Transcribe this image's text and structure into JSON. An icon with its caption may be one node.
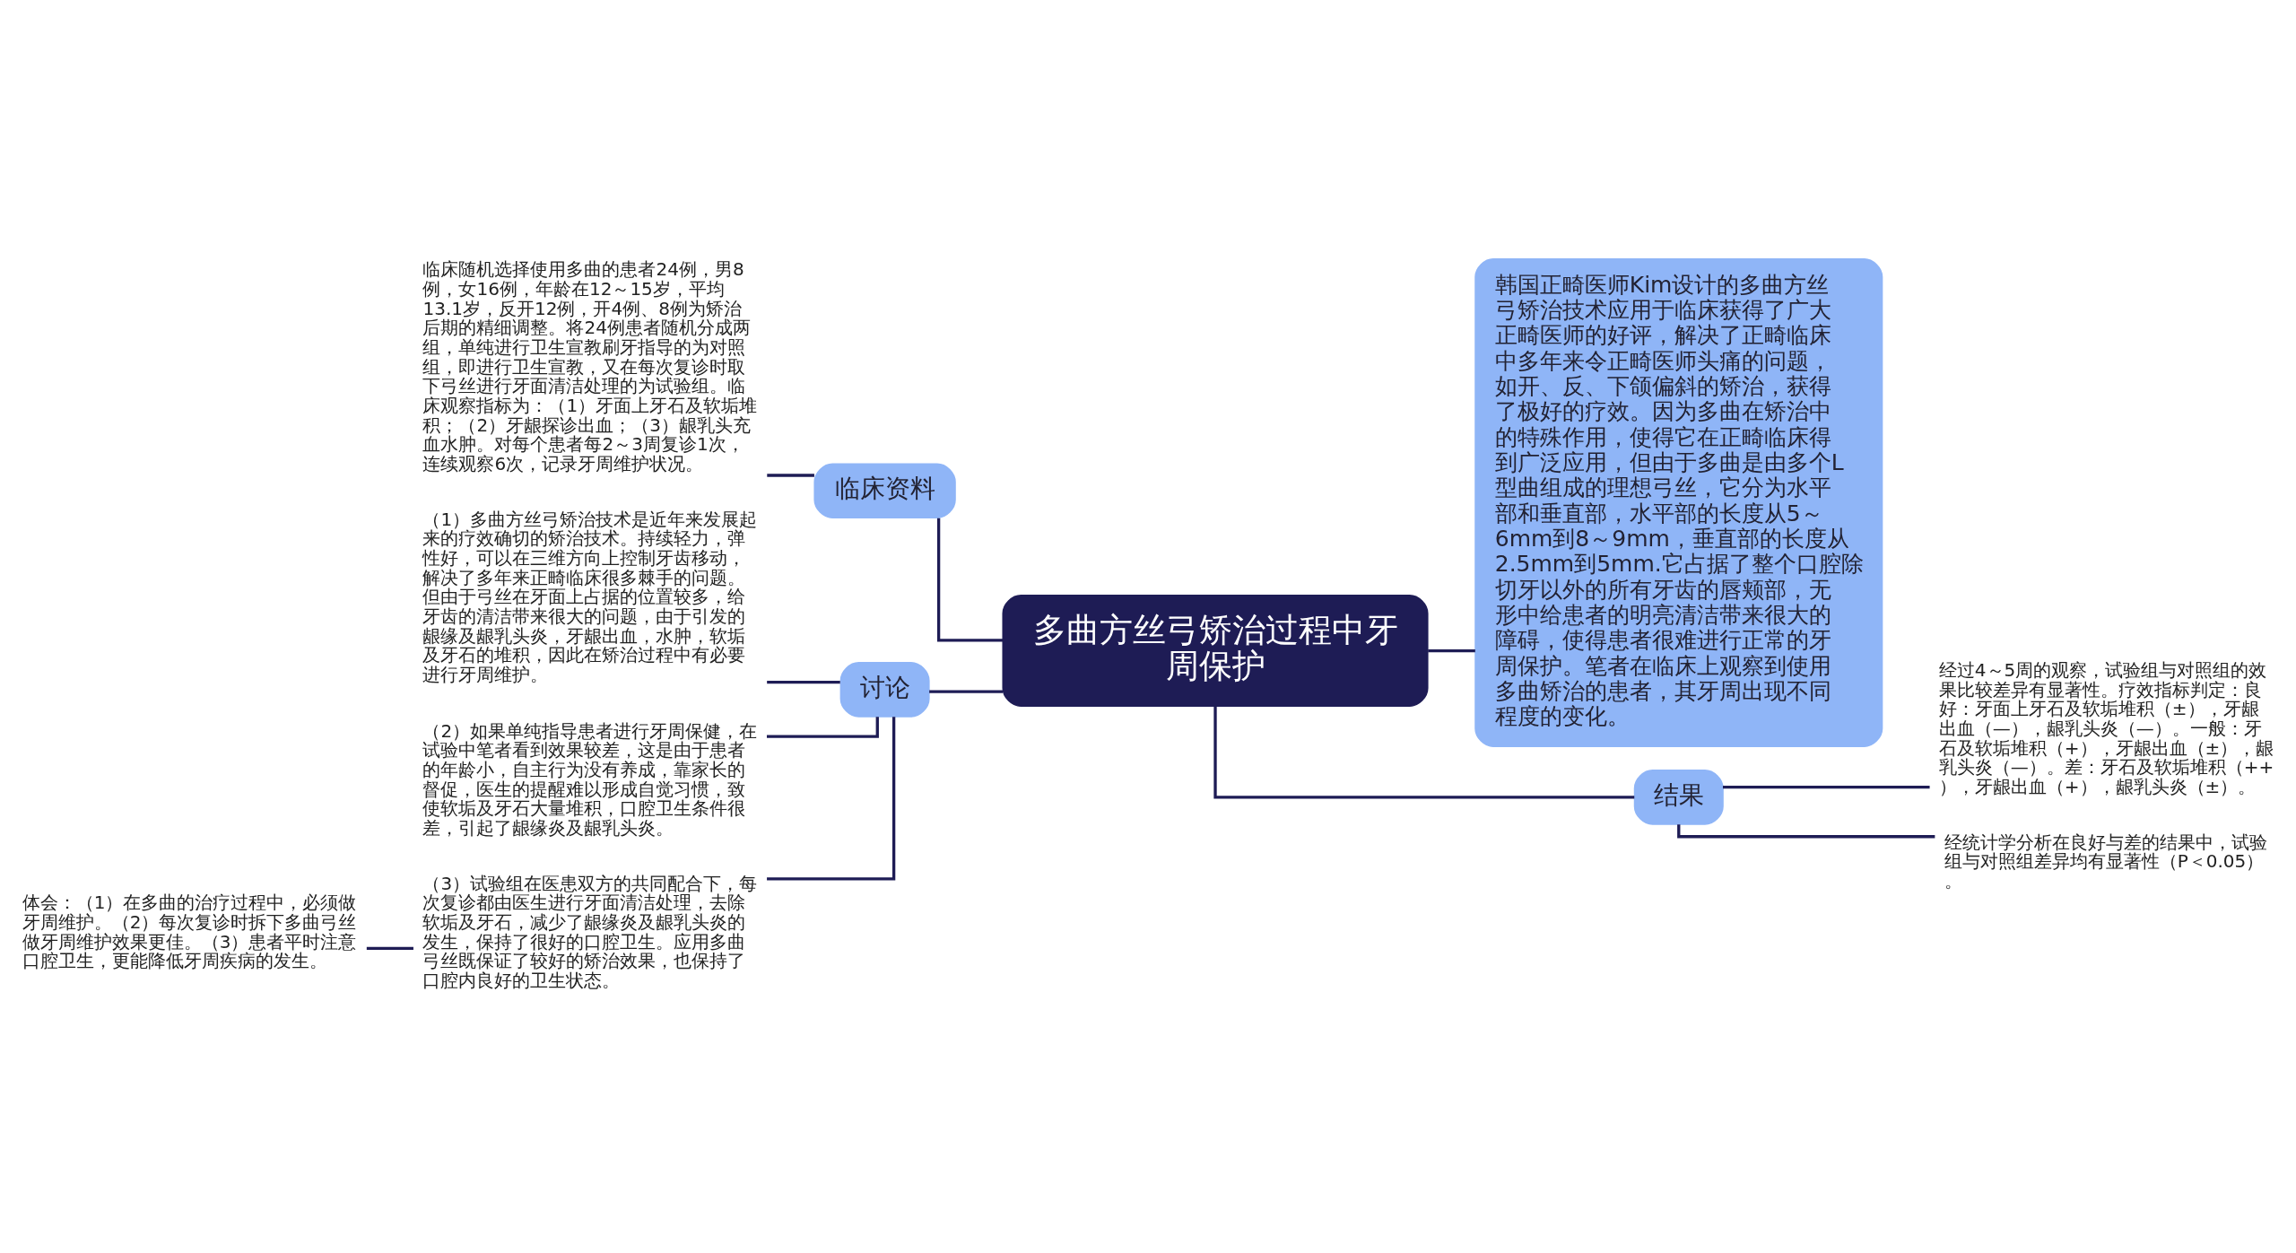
{
  "diagram": {
    "nodes": [
      {
        "text": [
          "多曲方丝弓矫治过程中牙周保护"
        ]
      },
      {
        "text": [
          "临床资料"
        ]
      },
      {
        "text": [
          "临床随机选择使用多曲的患者24例，男8例，女16例，年龄在12～15岁，平均13.1岁，反开12例，开4例、8例为矫治后期的精细调整。将24例患者随机分成两组，单纯进行卫生宣教刷牙指导的为对照组，即进行卫生宣教，又在每次复诊时取下弓丝进行牙面清洁处理的为试验组。临床观察指标为：（1）牙面上牙石及软垢堆积；（2）牙龈探诊出血；（3）龈乳头充血水肿。对每个患者每2～3周复诊1次，连续观察6次，记录牙周维护状况。"
        ]
      },
      {
        "text": [
          "讨论"
        ]
      },
      {
        "text": [
          "（1）多曲方丝弓矫治技术是近年来发展起来的疗效确切的矫治技术。持续轻力，弹性好，可以在三维方向上控制牙齿移动，解决了多年来正畸临床很多棘手的问题。但由于弓丝在牙面上占据的位置较多，给牙齿的清洁带来很大的问题，由于引发的龈缘及龈乳头炎，牙龈出血，水肿，软垢及牙石的堆积，因此在矫治过程中有必要进行牙周维护。"
        ]
      },
      {
        "text": [
          "（2）如果单纯指导患者进行牙周保健，在试验中笔者看到效果较差，这是由于患者的年龄小，自主行为没有养成，靠家长的督促，医生的提醒难以形成自觉习惯，致使软垢及牙石大量堆积，口腔卫生条件很差，引起了龈缘炎及龈乳头炎。"
        ]
      },
      {
        "text": [
          "（3）试验组在医患双方的共同配合下，每次复诊都由医生进行牙面清洁处理，去除软垢及牙石，减少了龈缘炎及龈乳头炎的发生，保持了很好的口腔卫生。应用多曲弓丝既保证了较好的矫治效果，也保持了口腔内良好的卫生状态。"
        ]
      },
      {
        "text": [
          "体会：（1）在多曲的治疗过程中，必须做牙周维护。（2）每次复诊时拆下多曲弓丝做牙周维护效果更佳。（3）患者平时注意口腔卫生，更能降低牙周疾病的发生。"
        ]
      },
      {
        "text": [
          "韩国正畸医师Kim设计的多曲方丝弓矫治技术应用于临床获得了广大正畸医师的好评，解决了正畸临床中多年来令正畸医师头痛的问题，如开、反、下颌偏斜的矫治，获得了极好的疗效。因为多曲在矫治中的特殊作用，使得它在正畸临床得到广泛应用，但由于多曲是由多个L型曲组成的理想弓丝，它分为水平部和垂直部，水平部的长度从5～6mm到8～9mm，垂直部的长度从2.5mm到5mm.它占据了整个口腔除切牙以外的所有牙齿的唇颊部，无形中给患者的明亮清洁带来很大的障碍，使得患者很难进行正常的牙周保护。笔者在临床上观察到使用多曲矫治的患者，其牙周出现不同程度的变化。"
        ]
      },
      {
        "text": [
          "结果"
        ]
      },
      {
        "text": [
          "经过4～5周的观察，试验组与对照组的效果比较差异有显著性。疗效指标判定：良好：牙面上牙石及软垢堆积（±），牙龈出血（—），龈乳头炎（—）。一般：牙石及软垢堆积（+），牙龈出血（±），龈乳头炎（—）。差：牙石及软垢堆积（++），牙龈出血（+），龈乳头炎（±）。"
        ]
      },
      {
        "text": [
          "经统计学分析在良好与差的结果中，试验组与对照组差异均有显著性（P＜0.05）。"
        ]
      }
    ],
    "edges": [
      {
        "from": 0,
        "to": 1,
        "arrow": "none"
      },
      {
        "from": 1,
        "to": 2,
        "arrow": "none"
      },
      {
        "from": 0,
        "to": 3,
        "arrow": "none"
      },
      {
        "from": 3,
        "to": 4,
        "arrow": "none"
      },
      {
        "from": 3,
        "to": 5,
        "arrow": "none"
      },
      {
        "from": 3,
        "to": 6,
        "arrow": "none"
      },
      {
        "from": 6,
        "to": 7,
        "arrow": "none"
      },
      {
        "from": 0,
        "to": 8,
        "arrow": "none"
      },
      {
        "from": 0,
        "to": 9,
        "arrow": "none"
      },
      {
        "from": 9,
        "to": 10,
        "arrow": "none"
      },
      {
        "from": 9,
        "to": 11,
        "arrow": "none"
      }
    ]
  }
}
